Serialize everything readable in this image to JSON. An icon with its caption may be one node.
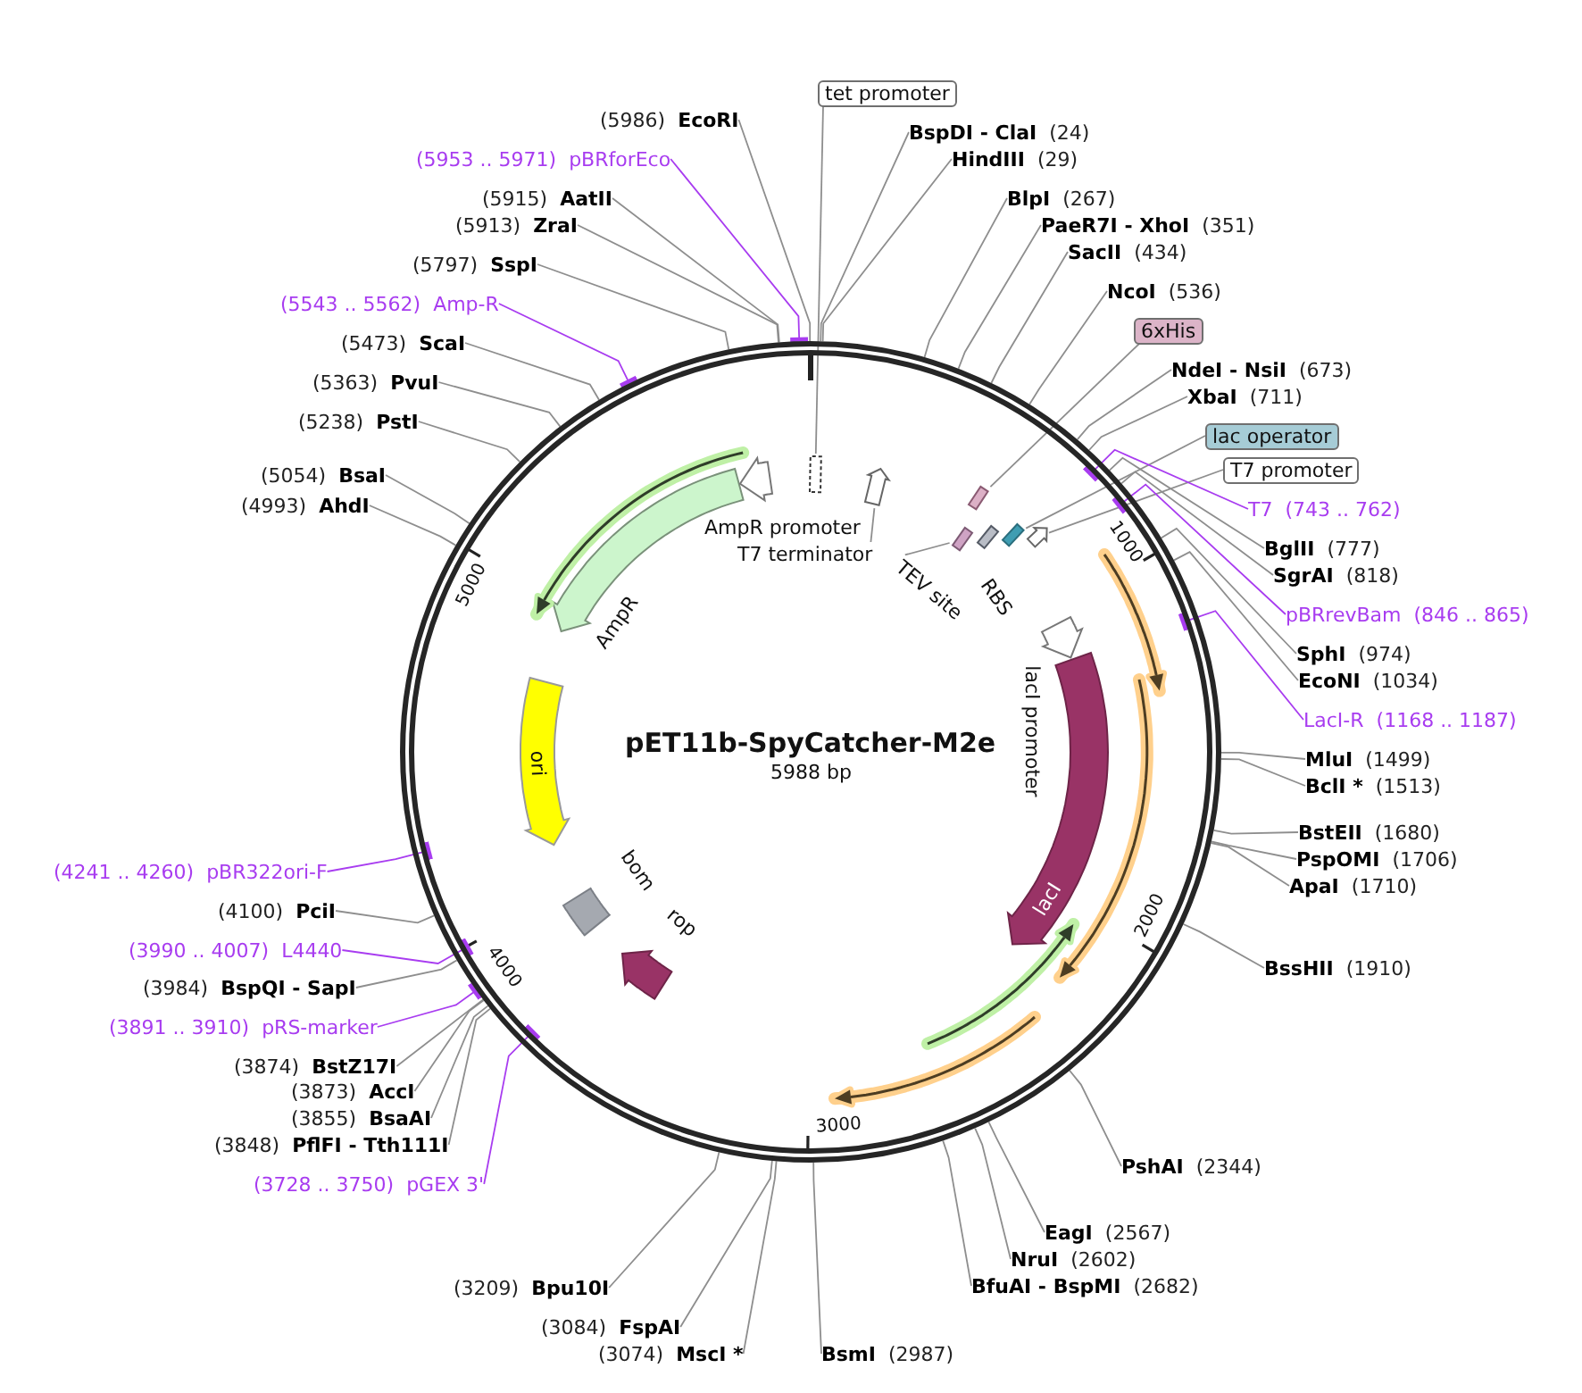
{
  "diagram": {
    "nodes": [
      {
        "text": [
          "pET11b-SpyCatcher-M2e",
          "5988 bp"
        ]
      },
      {
        "text": [],
        "shape": "bar",
        "in": 0
      },
      {
        "text": [],
        "shape": "arrow",
        "in": 0
      },
      {
        "text": [],
        "shape": "bar",
        "in": 0
      },
      {
        "text": [],
        "shape": "bar",
        "in": 0
      },
      {
        "text": [],
        "shape": "bar",
        "in": 0
      },
      {
        "text": [],
        "shape": "bar",
        "in": 0
      },
      {
        "text": [],
        "shape": "arrow",
        "in": 0
      },
      {
        "text": [],
        "shape": "arrow",
        "in": 0
      },
      {
        "text": [
          "lacI promoter"
        ],
        "in": 0
      },
      {
        "text": [
          "lacI"
        ],
        "in": 0
      },
      {
        "text": [],
        "shape": "arrow",
        "in": 0
      },
      {
        "text": [],
        "shape": "arrow",
        "in": 0
      },
      {
        "text": [],
        "shape": "arrow",
        "in": 0
      },
      {
        "text": [],
        "shape": "arrow",
        "in": 0
      },
      {
        "text": [],
        "shape": "box",
        "in": 0
      },
      {
        "text": [
          "ori"
        ],
        "in": 0
      },
      {
        "text": [
          "AmpR"
        ],
        "in": 0
      },
      {
        "text": [],
        "shape": "arrow",
        "in": 0
      },
      {
        "text": [],
        "shape": "arrow",
        "in": 0
      },
      {
        "text": [
          "T7 terminator"
        ],
        "in": 0
      },
      {
        "text": [
          "TEV site"
        ],
        "in": 0
      },
      {
        "text": [
          "tet promoter"
        ]
      },
      {
        "text": [
          "BspDI - ClaI",
          "(24)"
        ]
      },
      {
        "text": [
          "HindIII",
          "(29)"
        ]
      },
      {
        "text": [
          "BlpI",
          "(267)"
        ]
      },
      {
        "text": [
          "PaeR7I - XhoI",
          "(351)"
        ]
      },
      {
        "text": [
          "SacII",
          "(434)"
        ]
      },
      {
        "text": [
          "NcoI",
          "(536)"
        ]
      },
      {
        "text": [
          "6xHis"
        ]
      },
      {
        "text": [
          "NdeI - NsiI",
          "(673)"
        ]
      },
      {
        "text": [
          "XbaI",
          "(711)"
        ]
      },
      {
        "text": [
          "lac operator"
        ]
      },
      {
        "text": [
          "T7 promoter"
        ]
      },
      {
        "text": [
          "T7",
          "(743 .. 762)"
        ]
      },
      {
        "text": [
          "BglII",
          "(777)"
        ]
      },
      {
        "text": [
          "SgrAI",
          "(818)"
        ]
      },
      {
        "text": [
          "pBRrevBam",
          "(846 .. 865)"
        ]
      },
      {
        "text": [
          "SphI",
          "(974)"
        ]
      },
      {
        "text": [
          "EcoNI",
          "(1034)"
        ]
      },
      {
        "text": [
          "LacI-R",
          "(1168 .. 1187)"
        ]
      },
      {
        "text": [
          "MluI",
          "(1499)"
        ]
      },
      {
        "text": [
          "BclI *",
          "(1513)"
        ]
      },
      {
        "text": [
          "BstEII",
          "(1680)"
        ]
      },
      {
        "text": [
          "PspOMI",
          "(1706)"
        ]
      },
      {
        "text": [
          "ApaI",
          "(1710)"
        ]
      },
      {
        "text": [
          "BssHII",
          "(1910)"
        ]
      },
      {
        "text": [
          "PshAI",
          "(2344)"
        ]
      },
      {
        "text": [
          "EagI",
          "(2567)"
        ]
      },
      {
        "text": [
          "NruI",
          "(2602)"
        ]
      },
      {
        "text": [
          "BfuAI - BspMI",
          "(2682)"
        ]
      },
      {
        "text": [
          "BsmI",
          "(2987)"
        ]
      },
      {
        "text": [
          "(3074)",
          "MscI *"
        ]
      },
      {
        "text": [
          "(3084)",
          "FspAI"
        ]
      },
      {
        "text": [
          "(3209)",
          "Bpu10I"
        ]
      },
      {
        "text": [
          "(3728 .. 3750)",
          "pGEX 3'"
        ]
      },
      {
        "text": [
          "(3848)",
          "PflFI - Tth111I"
        ]
      },
      {
        "text": [
          "(3855)",
          "BsaAI"
        ]
      },
      {
        "text": [
          "(3873)",
          "AccI"
        ]
      },
      {
        "text": [
          "(3874)",
          "BstZ17I"
        ]
      },
      {
        "text": [
          "(3891 .. 3910)",
          "pRS-marker"
        ]
      },
      {
        "text": [
          "(3984)",
          "BspQI - SapI"
        ]
      },
      {
        "text": [
          "(3990 .. 4007)",
          "L4440"
        ]
      },
      {
        "text": [
          "(4100)",
          "PciI"
        ]
      },
      {
        "text": [
          "(4241 .. 4260)",
          "pBR322ori-F"
        ]
      },
      {
        "text": [
          "(4993)",
          "AhdI"
        ]
      },
      {
        "text": [
          "(5054)",
          "BsaI"
        ]
      },
      {
        "text": [
          "(5238)",
          "PstI"
        ]
      },
      {
        "text": [
          "(5363)",
          "PvuI"
        ]
      },
      {
        "text": [
          "(5473)",
          "ScaI"
        ]
      },
      {
        "text": [
          "(5543 .. 5562)",
          "Amp-R"
        ]
      },
      {
        "text": [
          "(5797)",
          "SspI"
        ]
      },
      {
        "text": [
          "(5913)",
          "ZraI"
        ]
      },
      {
        "text": [
          "(5915)",
          "AatII"
        ]
      },
      {
        "text": [
          "(5953 .. 5971)",
          "pBRforEco"
        ]
      },
      {
        "text": [
          "(5986)",
          "EcoRI"
        ]
      }
    ],
    "edges": [
      {
        "from": 20,
        "to": 2,
        "arrow": "none"
      },
      {
        "from": 21,
        "to": 4,
        "arrow": "none"
      },
      {
        "from": 22,
        "to": 1,
        "arrow": "none"
      },
      {
        "from": 23,
        "to": 0,
        "arrow": "none"
      },
      {
        "from": 24,
        "to": 0,
        "arrow": "none"
      },
      {
        "from": 25,
        "to": 0,
        "arrow": "none"
      },
      {
        "from": 26,
        "to": 0,
        "arrow": "none"
      },
      {
        "from": 27,
        "to": 0,
        "arrow": "none"
      },
      {
        "from": 28,
        "to": 0,
        "arrow": "none"
      },
      {
        "from": 29,
        "to": 3,
        "arrow": "none"
      },
      {
        "from": 30,
        "to": 0,
        "arrow": "none"
      },
      {
        "from": 31,
        "to": 0,
        "arrow": "none"
      },
      {
        "from": 32,
        "to": 6,
        "arrow": "none"
      },
      {
        "from": 33,
        "to": 7,
        "arrow": "none"
      },
      {
        "from": 34,
        "to": 0,
        "arrow": "other",
        "color": "#a83cf0"
      },
      {
        "from": 35,
        "to": 0,
        "arrow": "none"
      },
      {
        "from": 36,
        "to": 0,
        "arrow": "none"
      },
      {
        "from": 37,
        "to": 0,
        "arrow": "other",
        "color": "#a83cf0"
      },
      {
        "from": 38,
        "to": 0,
        "arrow": "none"
      },
      {
        "from": 39,
        "to": 0,
        "arrow": "none"
      },
      {
        "from": 40,
        "to": 0,
        "arrow": "other",
        "color": "#a83cf0"
      },
      {
        "from": 41,
        "to": 0,
        "arrow": "none"
      },
      {
        "from": 42,
        "to": 0,
        "arrow": "none"
      },
      {
        "from": 43,
        "to": 0,
        "arrow": "none"
      },
      {
        "from": 44,
        "to": 0,
        "arrow": "none"
      },
      {
        "from": 45,
        "to": 0,
        "arrow": "none"
      },
      {
        "from": 46,
        "to": 0,
        "arrow": "none"
      },
      {
        "from": 47,
        "to": 0,
        "arrow": "none"
      },
      {
        "from": 48,
        "to": 0,
        "arrow": "none"
      },
      {
        "from": 49,
        "to": 0,
        "arrow": "none"
      },
      {
        "from": 50,
        "to": 0,
        "arrow": "none"
      },
      {
        "from": 51,
        "to": 0,
        "arrow": "none"
      },
      {
        "from": 52,
        "to": 0,
        "arrow": "none"
      },
      {
        "from": 53,
        "to": 0,
        "arrow": "none"
      },
      {
        "from": 54,
        "to": 0,
        "arrow": "none"
      },
      {
        "from": 55,
        "to": 0,
        "arrow": "other",
        "color": "#a83cf0"
      },
      {
        "from": 56,
        "to": 0,
        "arrow": "none"
      },
      {
        "from": 57,
        "to": 0,
        "arrow": "none"
      },
      {
        "from": 58,
        "to": 0,
        "arrow": "none"
      },
      {
        "from": 59,
        "to": 0,
        "arrow": "none"
      },
      {
        "from": 60,
        "to": 0,
        "arrow": "other",
        "color": "#a83cf0"
      },
      {
        "from": 61,
        "to": 0,
        "arrow": "none"
      },
      {
        "from": 62,
        "to": 0,
        "arrow": "other",
        "color": "#a83cf0"
      },
      {
        "from": 63,
        "to": 0,
        "arrow": "none"
      },
      {
        "from": 64,
        "to": 0,
        "arrow": "other",
        "color": "#a83cf0"
      },
      {
        "from": 65,
        "to": 0,
        "arrow": "none"
      },
      {
        "from": 66,
        "to": 0,
        "arrow": "none"
      },
      {
        "from": 67,
        "to": 0,
        "arrow": "none"
      },
      {
        "from": 68,
        "to": 0,
        "arrow": "none"
      },
      {
        "from": 69,
        "to": 0,
        "arrow": "none"
      },
      {
        "from": 70,
        "to": 0,
        "arrow": "other",
        "color": "#a83cf0"
      },
      {
        "from": 71,
        "to": 0,
        "arrow": "none"
      },
      {
        "from": 72,
        "to": 0,
        "arrow": "none"
      },
      {
        "from": 73,
        "to": 0,
        "arrow": "none"
      },
      {
        "from": 74,
        "to": 0,
        "arrow": "other",
        "color": "#a83cf0"
      },
      {
        "from": 75,
        "to": 0,
        "arrow": "none"
      }
    ],
    "labels": [
      "AmpR promoter",
      "1000",
      "5000",
      "RBS",
      "bom",
      "2000",
      "rop",
      "4000",
      "3000"
    ]
  }
}
